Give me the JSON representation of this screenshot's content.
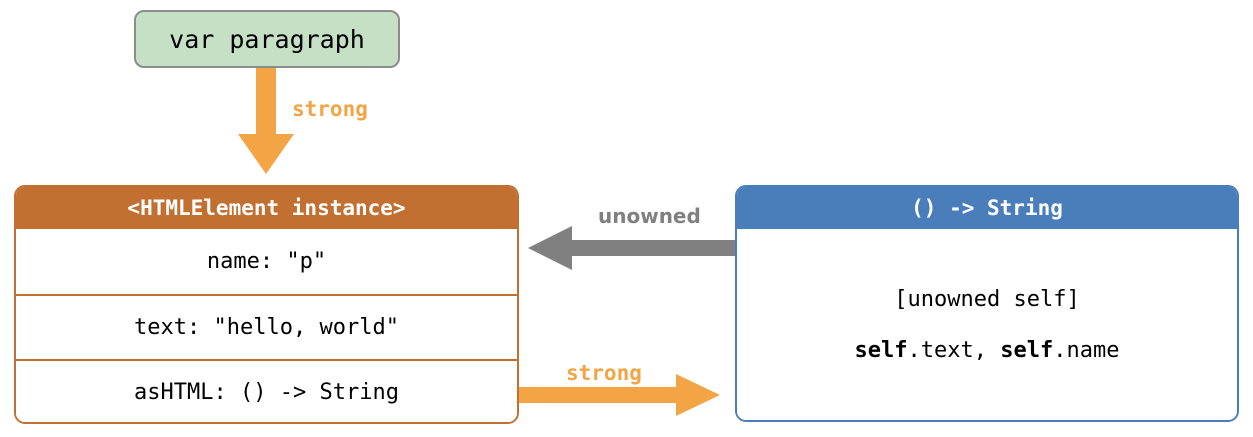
{
  "diagram": {
    "title": "Swift unowned reference memory diagram",
    "colors": {
      "variable_fill": "#c6e0c6",
      "variable_border": "#8c8c8c",
      "instance_accent": "#c27032",
      "closure_accent": "#4a7ebb",
      "strong_arrow": "#f3a545",
      "unowned_arrow": "#808080"
    }
  },
  "variable_box": {
    "label": "var paragraph"
  },
  "instance_box": {
    "header": "<HTMLElement instance>",
    "rows": [
      {
        "text": "name: \"p\""
      },
      {
        "text": "text: \"hello, world\""
      },
      {
        "text": "asHTML: () -> String"
      }
    ]
  },
  "closure_box": {
    "header": "() -> String",
    "lines": [
      {
        "plain": "[unowned self]"
      },
      {
        "bold1": "self",
        "mid1": ".text, ",
        "bold2": "self",
        "mid2": ".name"
      }
    ]
  },
  "arrows": [
    {
      "name": "strong-down",
      "label": "strong",
      "direction": "down",
      "color": "#f3a545"
    },
    {
      "name": "unowned-left",
      "label": "unowned",
      "direction": "left",
      "color": "#808080"
    },
    {
      "name": "strong-right",
      "label": "strong",
      "direction": "right",
      "color": "#f3a545"
    }
  ]
}
